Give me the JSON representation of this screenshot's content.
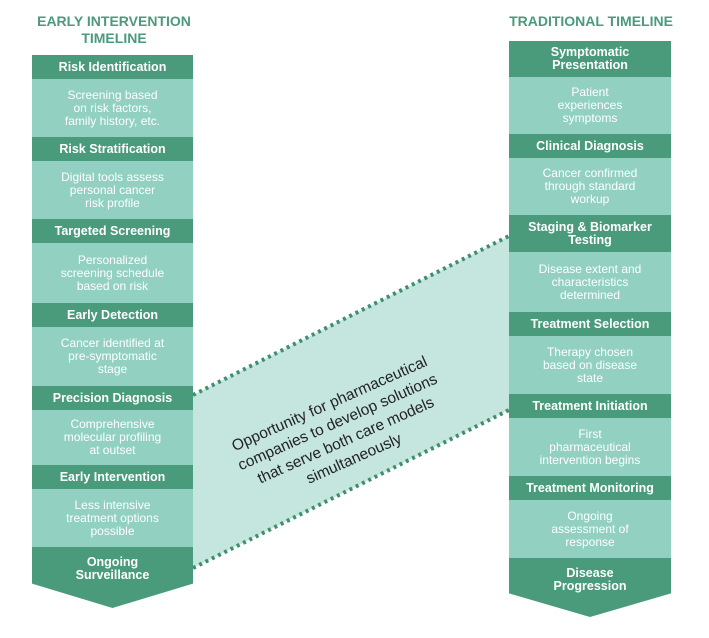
{
  "left_title": "EARLY INTERVENTION\nTIMELINE",
  "right_title": "TRADITIONAL TIMELINE",
  "left_steps": [
    {
      "title": "Risk Identification",
      "desc": "Screening based\non risk factors,\nfamily history, etc."
    },
    {
      "title": "Risk Stratification",
      "desc": "Digital tools assess\npersonal cancer\nrisk profile"
    },
    {
      "title": "Targeted Screening",
      "desc": "Personalized\nscreening schedule\nbased on risk"
    },
    {
      "title": "Early Detection",
      "desc": "Cancer identified at\npre-symptomatic\nstage"
    },
    {
      "title": "Precision Diagnosis",
      "desc": "Comprehensive\nmolecular profiling\nat outset"
    },
    {
      "title": "Early Intervention",
      "desc": "Less intensive\ntreatment options\npossible"
    }
  ],
  "left_end": "Ongoing\nSurveillance",
  "right_steps": [
    {
      "title": "Symptomatic\nPresentation",
      "desc": "Patient\nexperiences\nsymptoms"
    },
    {
      "title": "Clinical Diagnosis",
      "desc": "Cancer confirmed\nthrough standard\nworkup"
    },
    {
      "title": "Staging & Biomarker\nTesting",
      "desc": "Disease extent and\ncharacteristics\ndetermined"
    },
    {
      "title": "Treatment Selection",
      "desc": "Therapy chosen\nbased on disease\nstate"
    },
    {
      "title": "Treatment Initiation",
      "desc": "First\npharmaceutical\nintervention begins"
    },
    {
      "title": "Treatment Monitoring",
      "desc": "Ongoing\nassessment of\nresponse"
    }
  ],
  "right_end": "Disease\nProgression",
  "opportunity_text": "Opportunity for pharmaceutical\ncompanies to develop solutions\nthat serve both care models\nsimultaneously",
  "colors": {
    "header": "#4a9a7c",
    "body": "#92d0c2",
    "bridge": "#c5e6df",
    "dots": "#3f8f6f"
  }
}
